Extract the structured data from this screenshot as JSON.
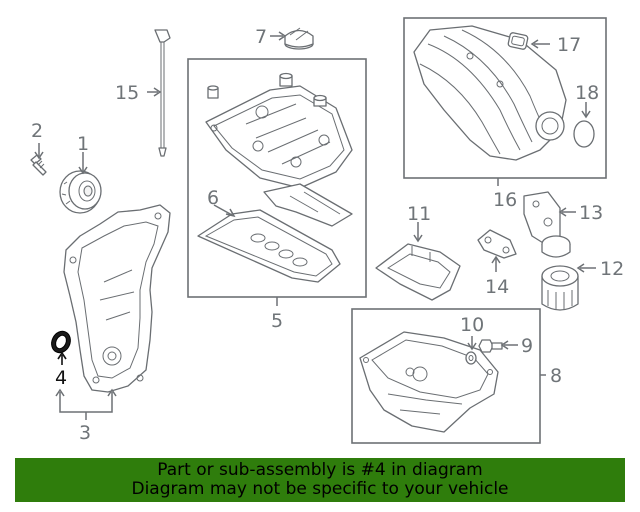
{
  "callouts": {
    "c1": "1",
    "c2": "2",
    "c3": "3",
    "c4": "4",
    "c5": "5",
    "c6": "6",
    "c7": "7",
    "c8": "8",
    "c9": "9",
    "c10": "10",
    "c11": "11",
    "c12": "12",
    "c13": "13",
    "c14": "14",
    "c15": "15",
    "c16": "16",
    "c17": "17",
    "c18": "18"
  },
  "highlighted_part": "4",
  "colors": {
    "banner": "#2f7d0c",
    "line": "#6a6e72",
    "highlight": "#111111"
  },
  "banner": {
    "line1": "Part or sub-assembly is #4 in diagram",
    "line2": "Diagram may not be specific to your vehicle"
  }
}
